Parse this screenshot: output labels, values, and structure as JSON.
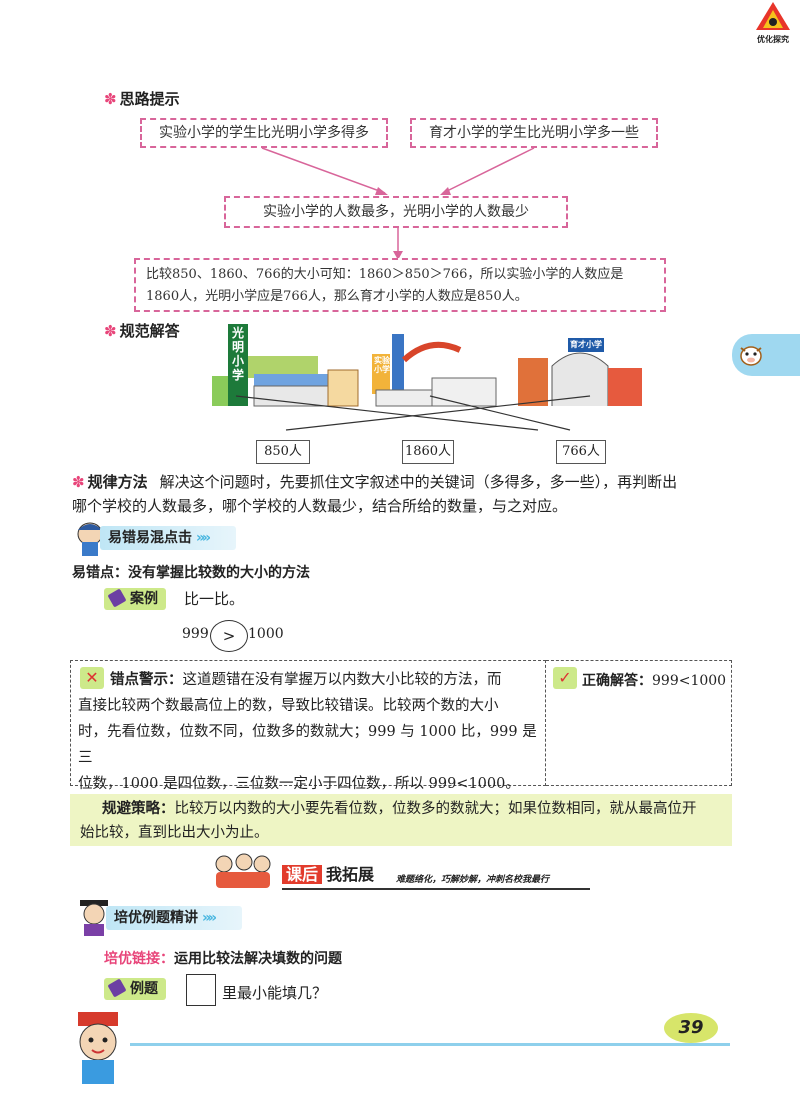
{
  "header": {
    "logo_text": "优化探究"
  },
  "side_tab": {
    "color": "#9fd8f0"
  },
  "hint_section": {
    "title": "思路提示",
    "box1": "实验小学的学生比光明小学多得多",
    "box2": "育才小学的学生比光明小学多一些",
    "box3": "实验小学的人数最多，光明小学的人数最少",
    "box4_line1": "比较850、1860、766的大小可知：1860＞850＞766，所以实验小学的人数应是",
    "box4_line2": "1860人，光明小学应是766人，那么育才小学的人数应是850人。"
  },
  "answer_section": {
    "title": "规范解答",
    "school1_name": "光明小学",
    "school2_name": "实验小学",
    "school3_name": "育才小学",
    "counts": [
      "850人",
      "1860人",
      "766人"
    ]
  },
  "rule": {
    "title": "规律方法",
    "text_line1": "解决这个问题时，先要抓住文字叙述中的关键词（多得多，多一些），再判断出",
    "text_line2": "哪个学校的人数最多，哪个学校的人数最少，结合所给的数量，与之对应。"
  },
  "mistake_banner": {
    "label": "易错易混点击"
  },
  "mistake_point": "易错点：没有掌握比较数的大小的方法",
  "case": {
    "tag": "案例",
    "question": "比一比。",
    "left_num": "999",
    "symbol": ">",
    "right_num": "1000"
  },
  "warning": {
    "title": "错点警示：",
    "line1": "这道题错在没有掌握万以内数大小比较的方法，而",
    "line2": "直接比较两个数最高位上的数，导致比较错误。比较两个数的大小",
    "line3": "时，先看位数，位数不同，位数多的数就大；999 与 1000 比，999 是三",
    "line4": "位数，1000 是四位数，三位数一定小于四位数，所以 999<1000。"
  },
  "correct": {
    "title": "正确解答：",
    "value": "999<1000"
  },
  "strategy": {
    "title": "规避策略：",
    "line1": "比较万以内数的大小要先看位数，位数多的数就大；如果位数相同，就从最高位开",
    "line2": "始比较，直到比出大小为止。"
  },
  "after_class": {
    "label_red": "课后",
    "label_black": "我拓展",
    "slogan": "难题络化，巧解妙解，冲刺名校我最行"
  },
  "excellent_banner": {
    "label": "培优例题精讲"
  },
  "excellent_link": {
    "label": "培优链接：",
    "text": "运用比较法解决填数的问题"
  },
  "example": {
    "tag": "例题",
    "text": "里最小能填几？"
  },
  "page_number": "39"
}
